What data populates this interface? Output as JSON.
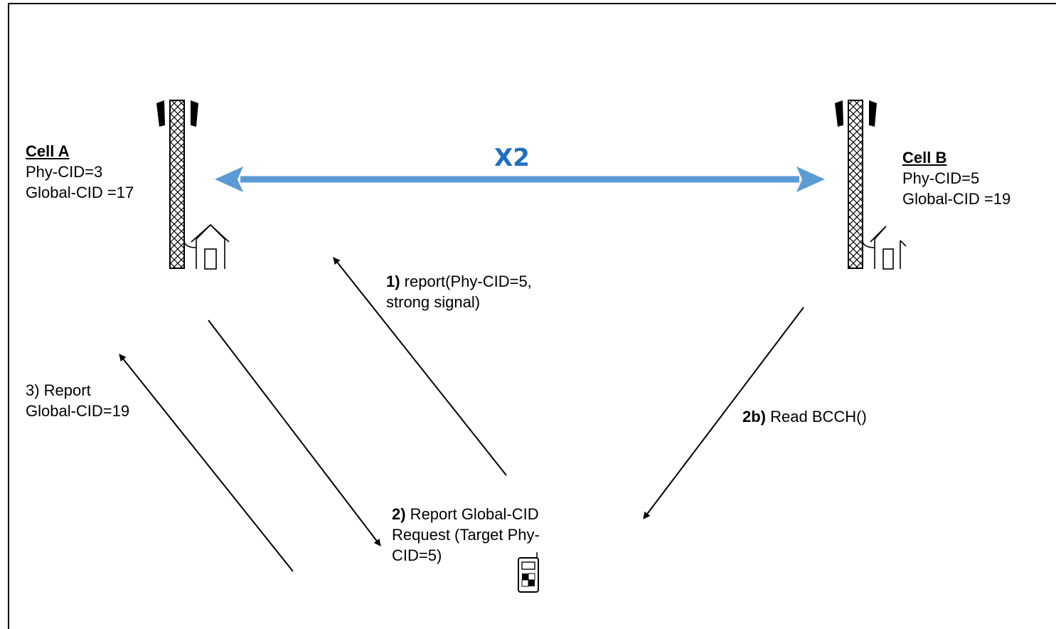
{
  "interface": {
    "label": "X2",
    "color": "#5b9bd5",
    "label_color": "#1f6fc0"
  },
  "cell_a": {
    "title": "Cell A",
    "phy_cid": "Phy-CID=3",
    "global_cid": "Global-CID =17",
    "icon": "cell-tower-icon"
  },
  "cell_b": {
    "title": "Cell B",
    "phy_cid": "Phy-CID=5",
    "global_cid": "Global-CID =19",
    "icon": "cell-tower-icon"
  },
  "ue": {
    "icon": "mobile-phone-icon"
  },
  "steps": {
    "step1": {
      "num": "1)",
      "line1": " report(Phy-CID=5,",
      "line2": "strong signal)"
    },
    "step2": {
      "num": "2)",
      "line1": " Report Global-CID",
      "line2": "Request (Target Phy-",
      "line3": "CID=5)"
    },
    "step2b": {
      "num": "2b)",
      "text": " Read BCCH()"
    },
    "step3": {
      "line1": "3) Report",
      "line2": "Global-CID=19"
    }
  }
}
